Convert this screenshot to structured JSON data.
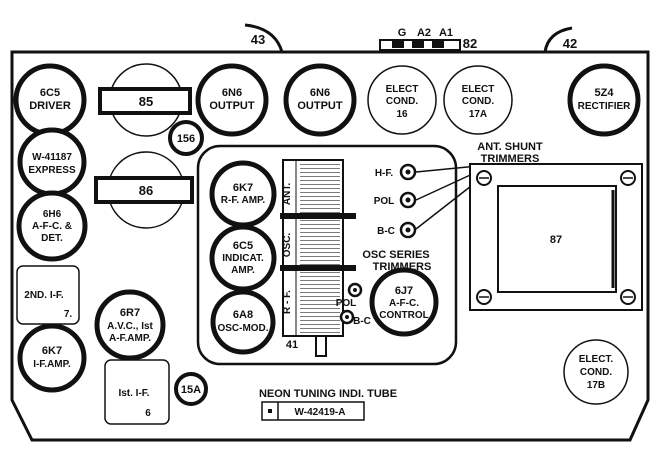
{
  "connector": {
    "g": "G",
    "a2": "A2",
    "a1": "A1",
    "num": "82"
  },
  "wires": {
    "left": "43",
    "right": "42"
  },
  "tubes": {
    "driver": [
      "6C5",
      "DRIVER"
    ],
    "expr": [
      "W-41187",
      "EXPRESS"
    ],
    "det": [
      "6H6",
      "A-F-C. &",
      "DET."
    ],
    "ifamp": [
      "6K7",
      "I-F.AMP."
    ],
    "avc": [
      "6R7",
      "A.V.C., Ist",
      "A-F.AMP."
    ],
    "out1": [
      "6N6",
      "OUTPUT"
    ],
    "out2": [
      "6N6",
      "OUTPUT"
    ],
    "rect": [
      "5Z4",
      "RECTIFIER"
    ],
    "rfamp": [
      "6K7",
      "R-F. AMP."
    ],
    "indic": [
      "6C5",
      "INDICAT.",
      "AMP."
    ],
    "oscmod": [
      "6A8",
      "OSC-MOD."
    ],
    "afc": [
      "6J7",
      "A-F-C.",
      "CONTROL"
    ],
    "c156": "156",
    "c15a": "15A"
  },
  "caps": {
    "e16": [
      "ELECT",
      "COND.",
      "16"
    ],
    "e17a": [
      "ELECT",
      "COND.",
      "17A"
    ],
    "e17b": [
      "ELECT.",
      "COND.",
      "17B"
    ]
  },
  "cans": {
    "c85": "85",
    "c86": "86"
  },
  "transformers": {
    "if2": [
      "2ND. I-F.",
      "7."
    ],
    "if1": [
      "Ist. I-F.",
      "6"
    ]
  },
  "gang": {
    "ant": "ANT.",
    "osc": "OSC.",
    "rf": "R - F.",
    "num": "41"
  },
  "trimmers": {
    "ant_title": [
      "ANT. SHUNT",
      "TRIMMERS"
    ],
    "hf": "H-F.",
    "pol": "POL",
    "bc": "B-C",
    "osc_title": [
      "OSC SERIES",
      "TRIMMERS"
    ],
    "pol2": "POL",
    "bc2": "B-C"
  },
  "power_transformer": "87",
  "neon": {
    "title": "NEON TUNING INDI. TUBE",
    "part": "W-42419-A"
  }
}
